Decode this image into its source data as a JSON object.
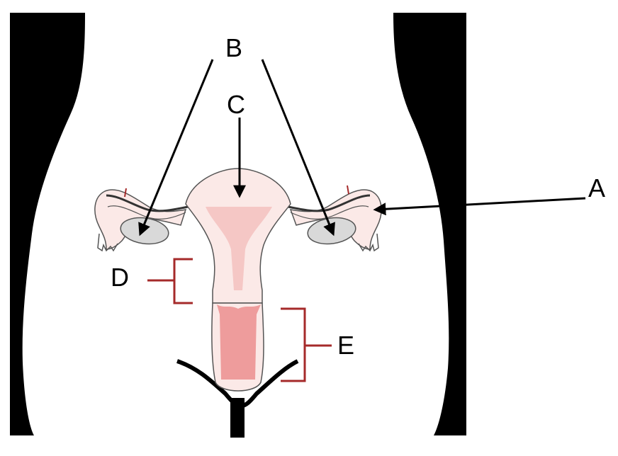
{
  "labels": {
    "a": "A",
    "b": "B",
    "c": "C",
    "d": "D",
    "e": "E"
  },
  "colors": {
    "silhouette": "#000000",
    "background": "#ffffff",
    "organ_fill": "#fbe9e7",
    "organ_stroke": "#555555",
    "cavity": "#f5c7c5",
    "vagina_lining": "#ee9c9c",
    "ovary": "#d9d9d9",
    "bracket": "#a52a2a",
    "arrow": "#000000"
  }
}
